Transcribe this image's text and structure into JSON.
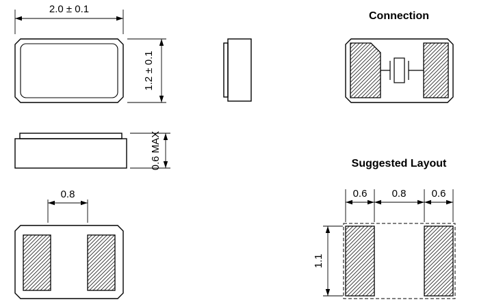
{
  "colors": {
    "line": "#000000",
    "background": "#ffffff"
  },
  "diagram": {
    "top_view": {
      "width_dim": "2.0 ± 0.1",
      "height_dim": "1.2 ± 0.1"
    },
    "front_view": {
      "height_dim": "0.6 MAX"
    },
    "bottom_view": {
      "pad_gap_dim": "0.8"
    },
    "connection_view": {
      "title": "Connection"
    },
    "suggested_layout": {
      "title": "Suggested Layout",
      "left_pad_width_dim": "0.6",
      "gap_dim": "0.8",
      "right_pad_width_dim": "0.6",
      "pad_height_dim": "1.1"
    }
  }
}
